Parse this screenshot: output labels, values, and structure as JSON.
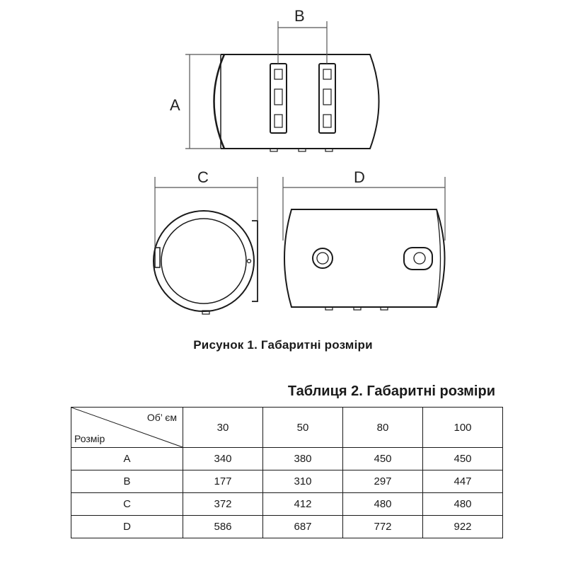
{
  "dimension_labels": {
    "a": "A",
    "b": "B",
    "c": "C",
    "d": "D"
  },
  "figure_caption": "Рисунок 1. Габаритні розміри",
  "table": {
    "title": "Таблиця 2. Габаритні розміри",
    "corner_top": "Об’ єм",
    "corner_bottom": "Розмір",
    "volumes": [
      "30",
      "50",
      "80",
      "100"
    ],
    "rows": [
      {
        "label": "A",
        "values": [
          "340",
          "380",
          "450",
          "450"
        ]
      },
      {
        "label": "B",
        "values": [
          "177",
          "310",
          "297",
          "447"
        ]
      },
      {
        "label": "C",
        "values": [
          "372",
          "412",
          "480",
          "480"
        ]
      },
      {
        "label": "D",
        "values": [
          "586",
          "687",
          "772",
          "922"
        ]
      }
    ]
  },
  "colors": {
    "line": "#1a1a1a",
    "dim_line": "#555555"
  }
}
